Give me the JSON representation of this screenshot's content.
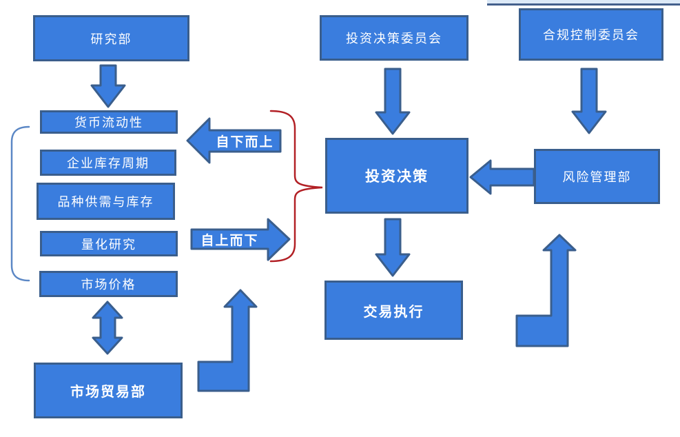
{
  "diagram": {
    "type": "flowchart",
    "nodes": {
      "research_dept": {
        "label": "研究部"
      },
      "investment_decision_committee": {
        "label": "投资决策委员会"
      },
      "compliance_control_committee": {
        "label": "合规控制委员会"
      },
      "currency_liquidity": {
        "label": "货币流动性"
      },
      "enterprise_inventory_cycle": {
        "label": "企业库存周期"
      },
      "variety_supply_demand_inventory": {
        "label": "品种供需与库存"
      },
      "quantitative_research": {
        "label": "量化研究"
      },
      "market_price": {
        "label": "市场价格"
      },
      "investment_decision": {
        "label": "投资决策"
      },
      "risk_management_dept": {
        "label": "风险管理部"
      },
      "trade_execution": {
        "label": "交易执行"
      },
      "market_trading_dept": {
        "label": "市场贸易部"
      }
    },
    "arrow_labels": {
      "bottom_up": "自下而上",
      "top_down": "自上而下"
    },
    "colors": {
      "shape_fill": "#3A7DDE",
      "shape_border": "#3A5E8C",
      "label_text": "#FFFFFF",
      "brace": "#B22025",
      "bracket": "#5B87C5"
    }
  }
}
